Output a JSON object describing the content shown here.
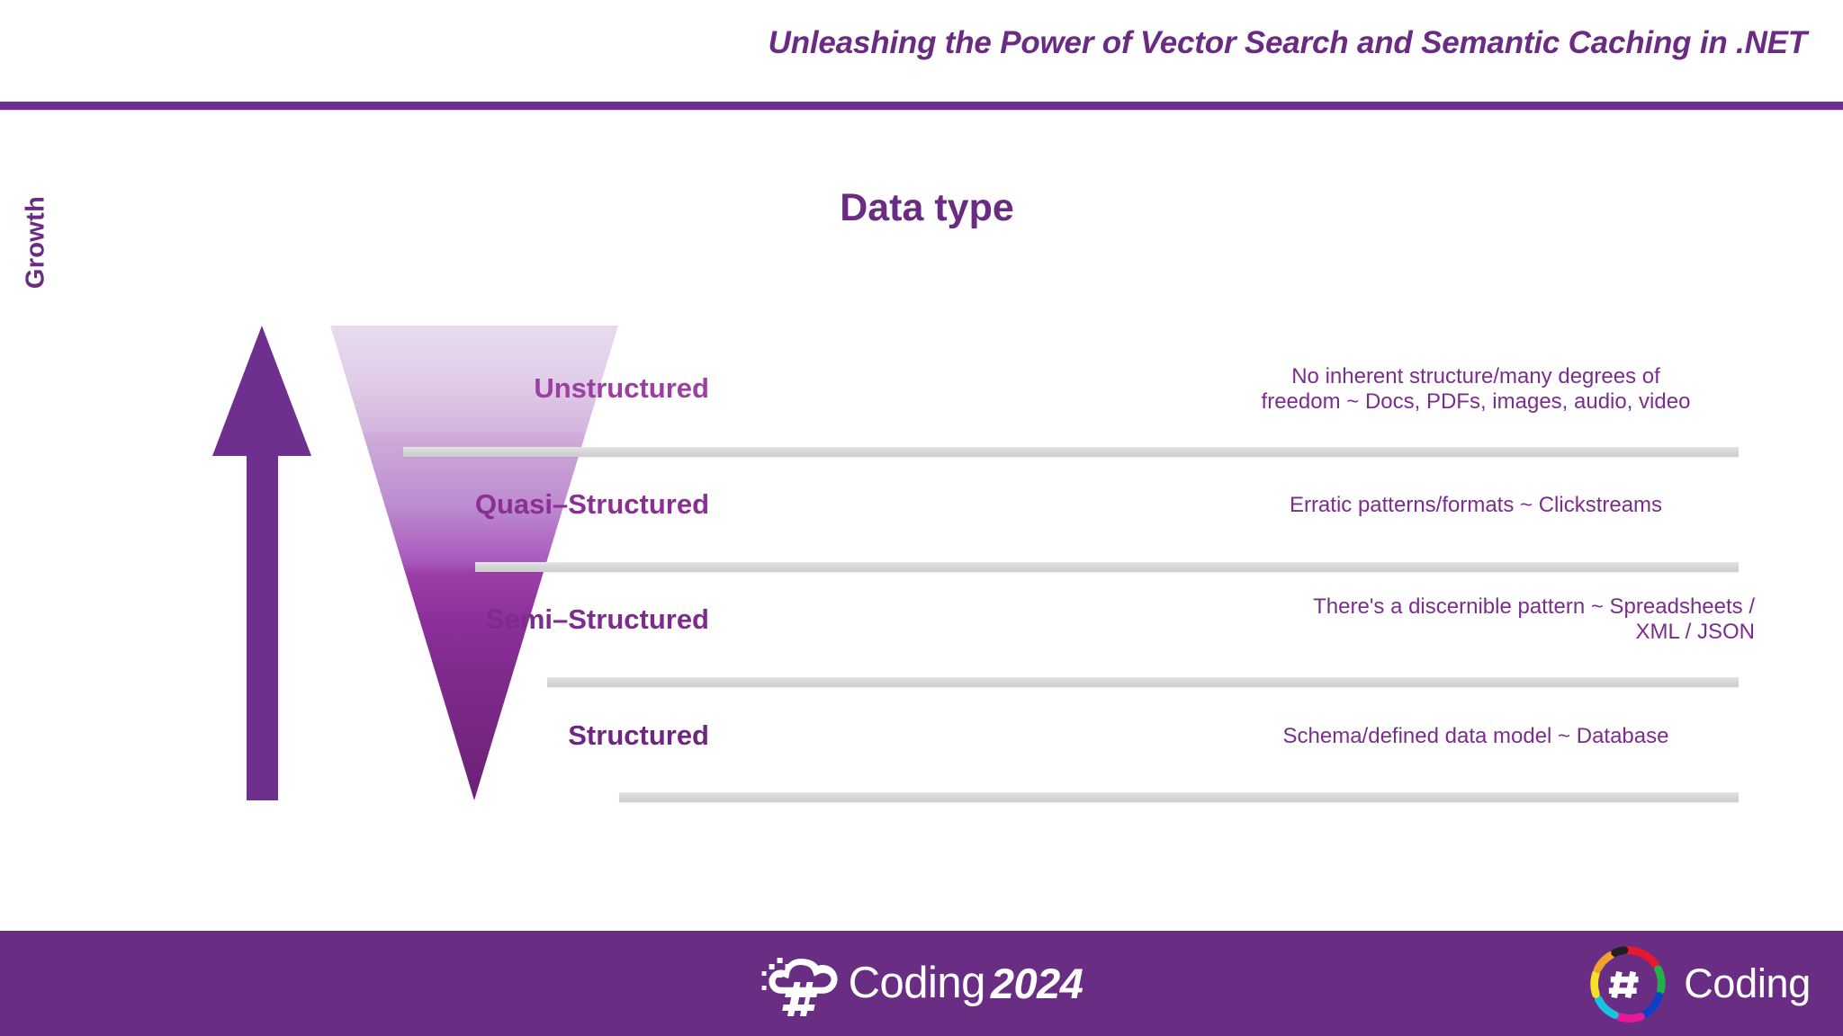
{
  "header": {
    "title": "Unleashing the Power of Vector Search and Semantic Caching in .NET",
    "rule_color": "#6e2f8f",
    "title_color": "#6a2c82"
  },
  "slide": {
    "heading": "Data type",
    "heading_color": "#6a2c82",
    "growth_label": "Growth",
    "arrow_color": "#6e2f8f",
    "divider_color": "#d4d4d4"
  },
  "chart_data": {
    "type": "funnel",
    "title": "Data type",
    "axis_label": "Growth",
    "orientation": "inverted-triangle-top-wide",
    "grid": false,
    "legend": "none",
    "categories": [
      "Unstructured",
      "Quasi–Structured",
      "Semi–Structured",
      "Structured"
    ],
    "values": [
      100,
      74,
      48,
      22
    ],
    "tiers": [
      {
        "label": "Unstructured",
        "label_color": "#9b3fa0",
        "description": "No  inherent structure/many degrees of freedom ~ Docs, PDFs, images, audio, video",
        "desc_lines": [
          "No  inherent structure/many degrees of",
          "freedom ~ Docs, PDFs, images, audio, video"
        ],
        "band_color_top": "#e2cfe8",
        "band_color_bottom": "#c9a4d6",
        "width_pct_top": 100,
        "width_pct_bottom": 74,
        "desc_align": "center"
      },
      {
        "label": "Quasi–Structured",
        "label_color": "#8a2f94",
        "description": "Erratic patterns/formats ~ Clickstreams",
        "desc_lines": [
          "Erratic patterns/formats ~ Clickstreams"
        ],
        "band_color_top": "#c49ad3",
        "band_color_bottom": "#9c3f9f",
        "width_pct_top": 74,
        "width_pct_bottom": 48,
        "desc_align": "center"
      },
      {
        "label": "Semi–Structured",
        "label_color": "#7d2b8c",
        "description": "There's a discernible pattern ~ Spreadsheets / XML / JSON",
        "desc_lines": [
          "There's a discernible pattern ~ Spreadsheets /",
          "XML / JSON"
        ],
        "band_color_top": "#8d2f97",
        "band_color_bottom": "#7a2686",
        "width_pct_top": 48,
        "width_pct_bottom": 22,
        "desc_align": "right"
      },
      {
        "label": "Structured",
        "label_color": "#6f2681",
        "description": "Schema/defined data model ~ Database",
        "desc_lines": [
          "Schema/defined data model ~ Database"
        ],
        "band_color_top": "#7c2a89",
        "band_color_bottom": "#6b2279",
        "width_pct_top": 22,
        "width_pct_bottom": 0,
        "desc_align": "center"
      }
    ]
  },
  "footer": {
    "bar_color": "#6a2d84",
    "center_logo": {
      "icon": "cloud-hash-icon",
      "word": "Coding",
      "year": "2024"
    },
    "right_logo": {
      "icon": "swirl-hash-icon",
      "word": "Coding",
      "swirl_colors": [
        "#e8192c",
        "#1f1f1f",
        "#f0a22e",
        "#f5e02a",
        "#21b14b",
        "#0b3fc4",
        "#e8189a",
        "#19c3dd"
      ]
    }
  }
}
